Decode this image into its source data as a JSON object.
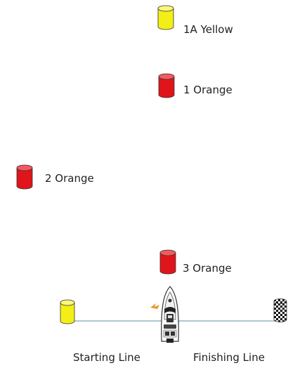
{
  "marks": [
    {
      "label": "1A Yellow",
      "color": "#f3ee16",
      "icon": "cylinder-buoy-icon"
    },
    {
      "label": "1 Orange",
      "color": "#e0141b",
      "icon": "cylinder-buoy-icon"
    },
    {
      "label": "2 Orange",
      "color": "#e0141b",
      "icon": "cylinder-buoy-icon"
    },
    {
      "label": "3 Orange",
      "color": "#e0141b",
      "icon": "cylinder-buoy-icon"
    }
  ],
  "start_buoy": {
    "color": "#f3ee16",
    "icon": "cylinder-buoy-icon"
  },
  "finish_flag": {
    "icon": "checkered-buoy-icon"
  },
  "boat": {
    "icon": "boat-icon"
  },
  "labels": {
    "starting_line": "Starting Line",
    "finishing_line": "Finishing Line"
  },
  "colors": {
    "line": "#7aa3b8",
    "orange_mark": "#e0141b",
    "yellow_mark": "#f3ee16"
  }
}
